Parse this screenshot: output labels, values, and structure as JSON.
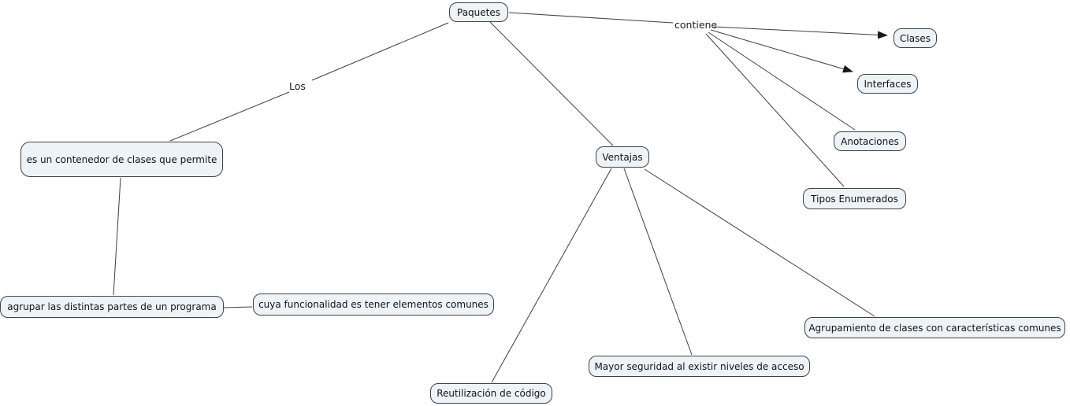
{
  "diagram": {
    "type": "concept-map",
    "topic": "Paquetes",
    "colors": {
      "background": "#ffffff",
      "node_fill": "#edf3f7",
      "node_border": "#3f4347",
      "line": "#3d3f41",
      "arrowhead": "#1a1a1a",
      "text": "#141414"
    },
    "nodes": [
      {
        "id": "paquetes",
        "label": "Paquetes"
      },
      {
        "id": "clases",
        "label": "Clases"
      },
      {
        "id": "interfaces",
        "label": "Interfaces"
      },
      {
        "id": "anotaciones",
        "label": "Anotaciones"
      },
      {
        "id": "tipos-enumerados",
        "label": "Tipos Enumerados"
      },
      {
        "id": "es-un-contenedor",
        "label": "es un contenedor de clases que permite"
      },
      {
        "id": "agrupar",
        "label": "agrupar las distintas partes de un programa"
      },
      {
        "id": "cuya-funcionalidad",
        "label": "cuya funcionalidad es tener elementos comunes"
      },
      {
        "id": "ventajas",
        "label": "Ventajas"
      },
      {
        "id": "reutilizacion",
        "label": "Reutilización de código"
      },
      {
        "id": "mayor-seguridad",
        "label": "Mayor seguridad al existir niveles de acceso"
      },
      {
        "id": "agrupamiento",
        "label": "Agrupamiento de clases con características comunes"
      }
    ],
    "link_labels": [
      {
        "id": "los",
        "label": "Los"
      },
      {
        "id": "contiene",
        "label": "contiene"
      }
    ],
    "edges": [
      {
        "from": "Paquetes",
        "via": "Los",
        "to": "es un contenedor de clases que permite",
        "arrow": false
      },
      {
        "from": "Paquetes",
        "via": "contiene",
        "to": "Clases",
        "arrow": true
      },
      {
        "from": "Paquetes",
        "via": "contiene",
        "to": "Interfaces",
        "arrow": true
      },
      {
        "from": "Paquetes",
        "via": "contiene",
        "to": "Anotaciones",
        "arrow": false
      },
      {
        "from": "Paquetes",
        "via": "contiene",
        "to": "Tipos Enumerados",
        "arrow": false
      },
      {
        "from": "Paquetes",
        "to": "Ventajas",
        "arrow": false
      },
      {
        "from": "es un contenedor de clases que permite",
        "to": "agrupar las distintas partes de un programa",
        "arrow": false
      },
      {
        "from": "agrupar las distintas partes de un programa",
        "to": "cuya funcionalidad es tener elementos comunes",
        "arrow": false
      },
      {
        "from": "Ventajas",
        "to": "Reutilización de código",
        "arrow": false
      },
      {
        "from": "Ventajas",
        "to": "Mayor seguridad al existir niveles de acceso",
        "arrow": false
      },
      {
        "from": "Ventajas",
        "to": "Agrupamiento de clases con características comunes",
        "arrow": false
      }
    ]
  }
}
